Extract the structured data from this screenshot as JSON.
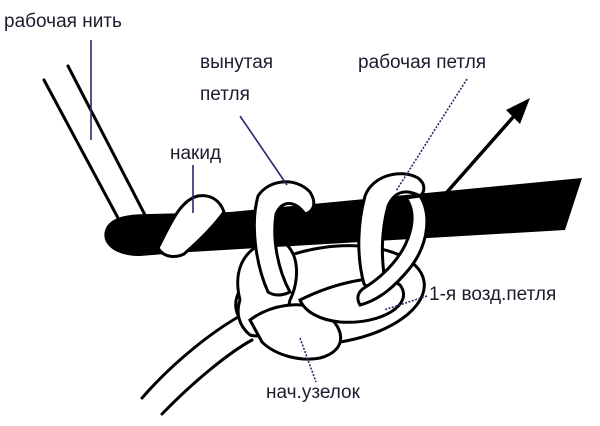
{
  "diagram": {
    "subject": "crochet hook with loops",
    "colors": {
      "hook": "#000000",
      "yarn_fill": "#ffffff",
      "outline": "#000000",
      "leader": "#2a2a6a",
      "label_text": "#1c1c2e"
    },
    "labels": {
      "working_yarn": "рабочая нить",
      "pulled_loop_line1": "вынутая",
      "pulled_loop_line2": "петля",
      "working_loop": "рабочая петля",
      "yarn_over": "накид",
      "first_chain": "1-я возд.петля",
      "slip_knot": "нач.узелок"
    },
    "arrow": {
      "direction": "up-right"
    }
  }
}
